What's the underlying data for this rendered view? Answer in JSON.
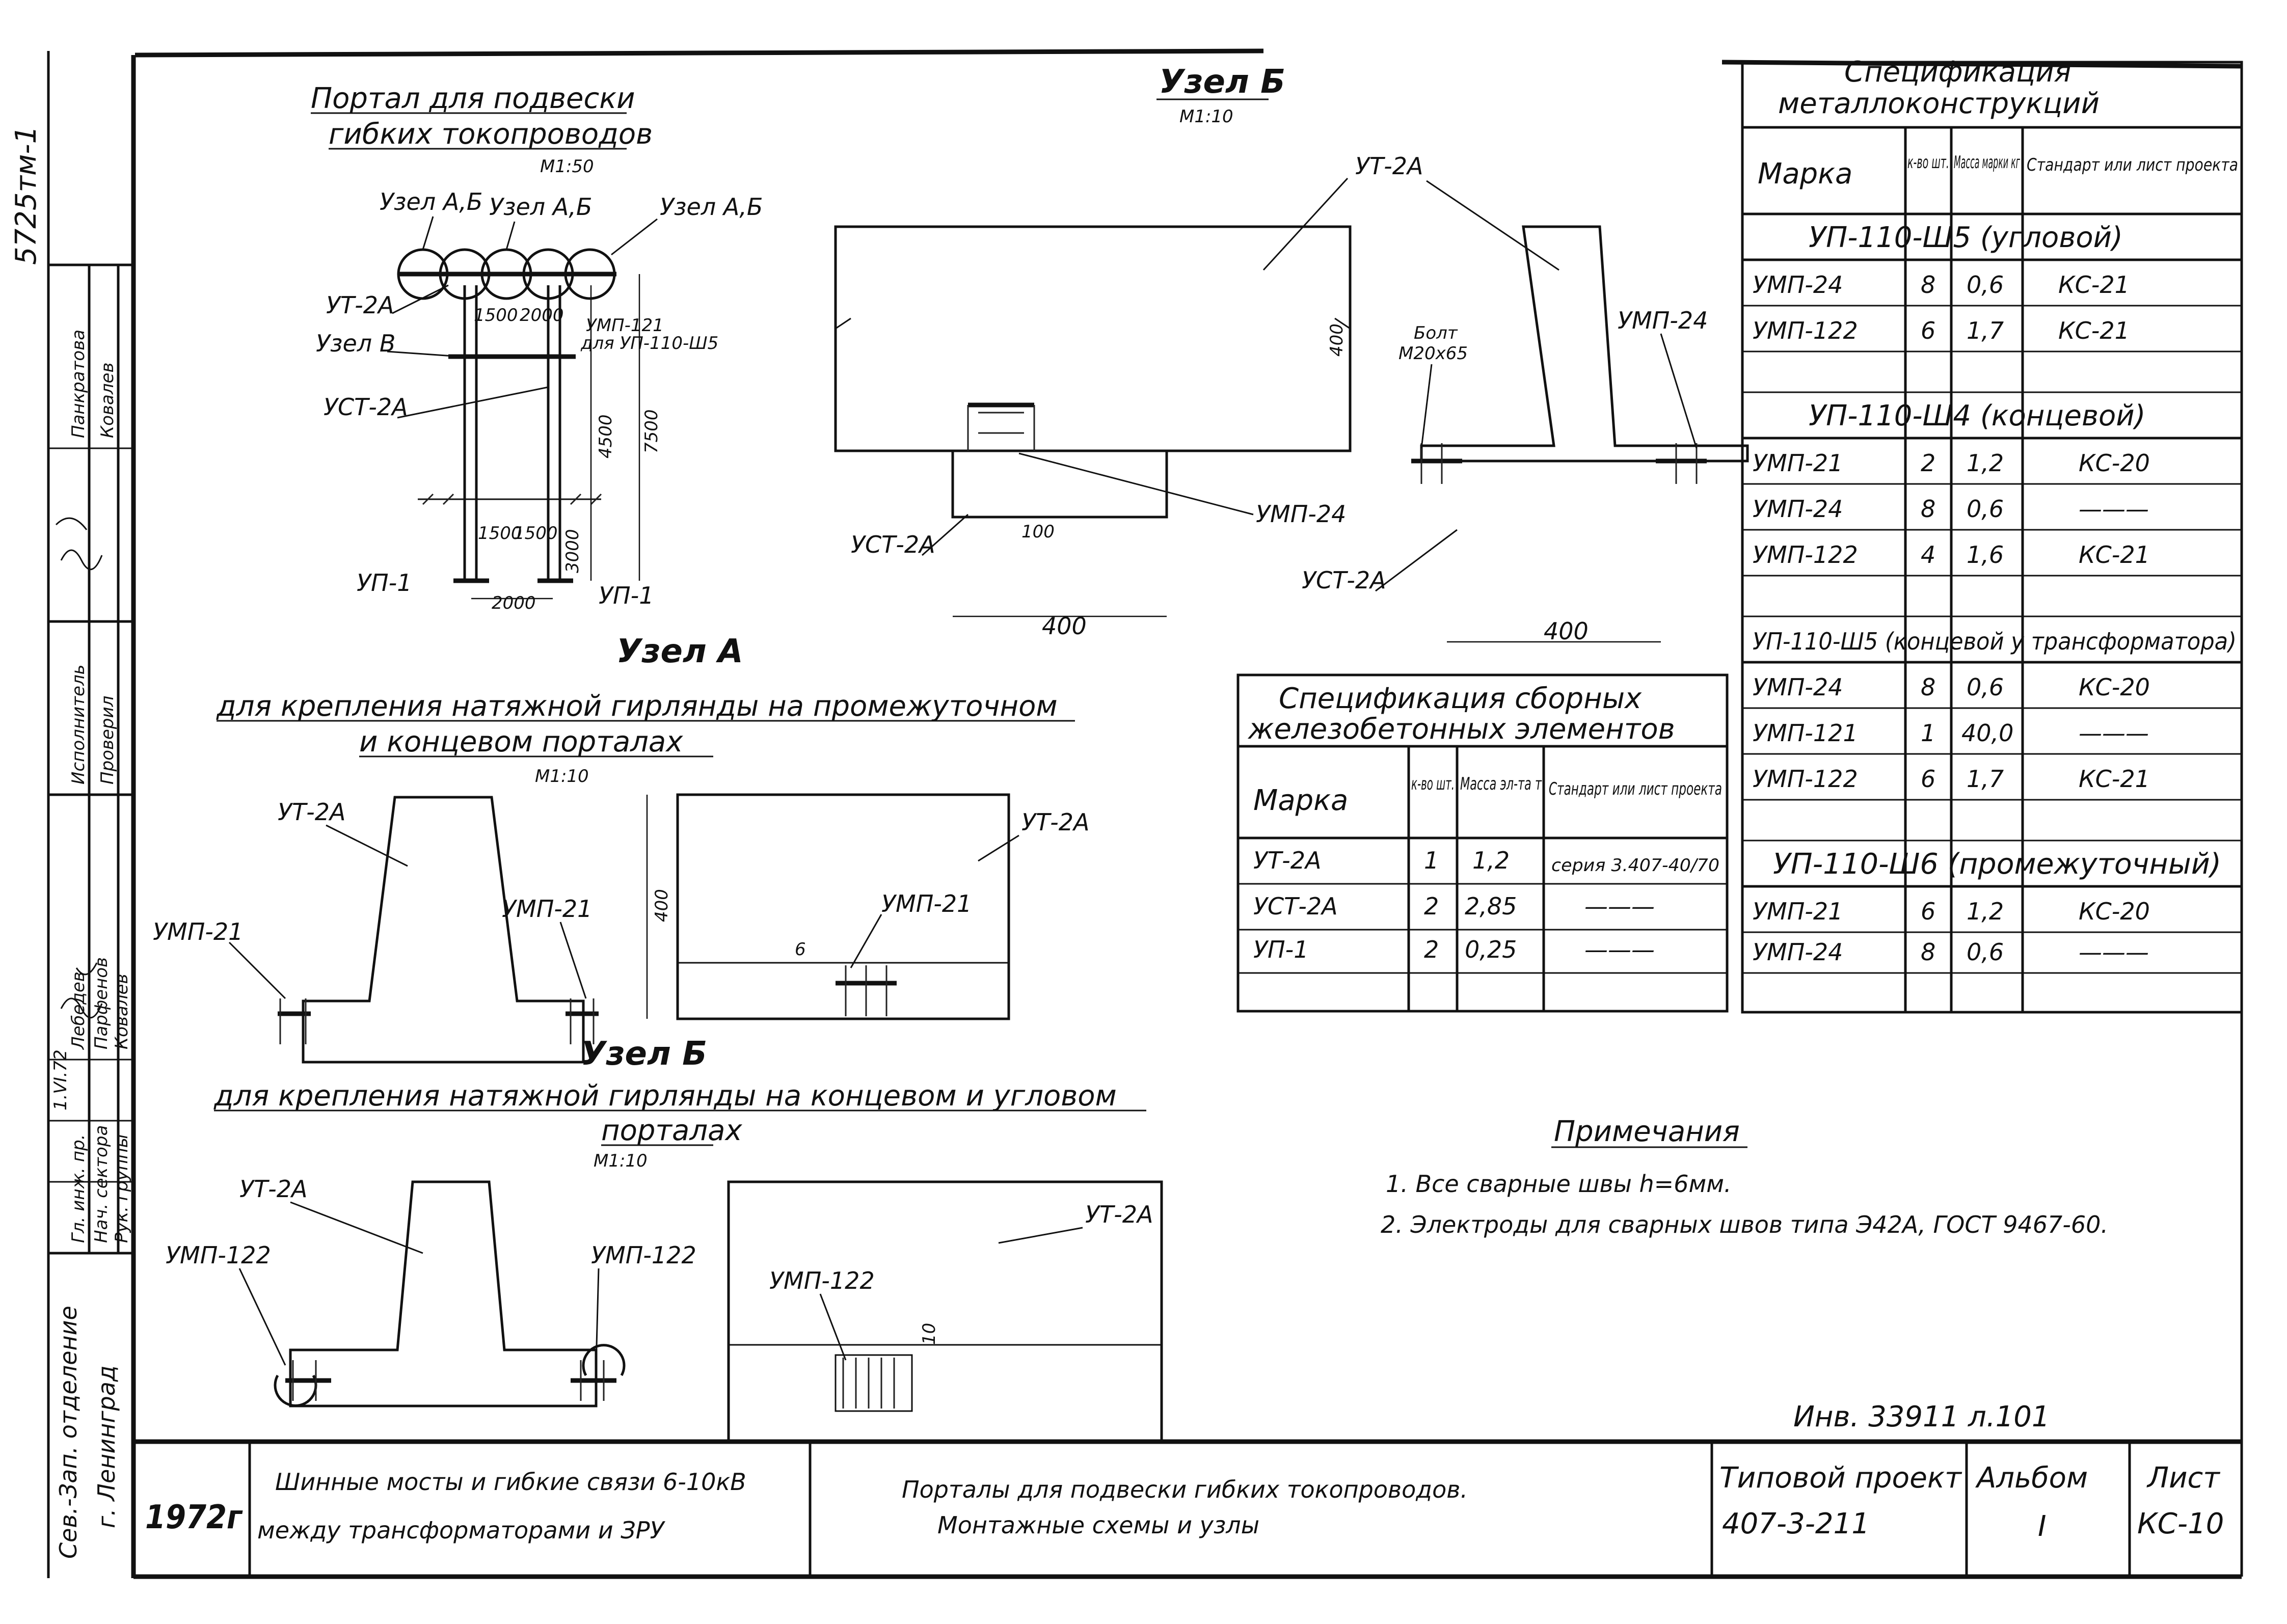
{
  "side_stamp": {
    "code": "5725тм-1",
    "roles": [
      "Исполнитель",
      "Проверил",
      "Гл. инж. пр.",
      "Нач. сектора",
      "Рук. группы"
    ],
    "names": [
      "Панкратова",
      "Ковалев",
      "Лебедев",
      "Парфенов",
      "Ковалев"
    ],
    "org": "Сев.-Зап. отделение",
    "city": "г. Ленинград",
    "date": "1.VI.72"
  },
  "portal": {
    "title_line1": "Портал для подвески",
    "title_line2": "гибких токопроводов",
    "scale": "М1:50",
    "labels": {
      "uzel_ab_1": "Узел А,Б",
      "uzel_ab_2": "Узел А,Б",
      "uzel_ab_3": "Узел А,Б",
      "ut": "УТ-2А",
      "uzel_v": "Узел В",
      "ust": "УСТ-2А",
      "ump121": "УМП-121",
      "ump121_note": "для УП-110-Ш5",
      "up1_left": "УП-1",
      "up1_right": "УП-1"
    },
    "dims": {
      "top_a": "1500",
      "top_b": "2000",
      "mid": "4500",
      "total": "7500",
      "base_a": "1500",
      "base_b": "1500",
      "depth": "3000",
      "span": "2000"
    }
  },
  "uzel_b_top": {
    "title": "Узел Б",
    "scale": "М1:10",
    "labels": {
      "ut": "УТ-2А",
      "ump24_right": "УМП-24",
      "bolt_name": "Болт",
      "bolt_size": "М20х65",
      "ump24_mid": "УМП-24",
      "ust_left": "УСТ-2А",
      "ust_right": "УСТ-2А"
    },
    "dims": {
      "h": "400",
      "w_left": "400",
      "w_right": "400",
      "small": "100"
    }
  },
  "uzel_a": {
    "title": "Узел А",
    "subtitle_line1": "для крепления натяжной гирлянды на промежуточном",
    "subtitle_line2": "и концевом порталах",
    "scale": "М1:10",
    "labels": {
      "ut_left": "УТ-2А",
      "ump21_left": "УМП-21",
      "ump21_right": "УМП-21",
      "ut_right": "УТ-2А",
      "ump21_side": "УМП-21"
    },
    "dims": {
      "h": "400",
      "weld": "6"
    }
  },
  "uzel_b_bottom": {
    "title": "Узел Б",
    "subtitle_line1": "для крепления натяжной гирлянды на концевом и угловом",
    "subtitle_line2": "порталах",
    "scale": "М1:10",
    "labels": {
      "ut_left": "УТ-2А",
      "ump122_left": "УМП-122",
      "ump122_right": "УМП-122",
      "ut_right": "УТ-2А",
      "ump122_side": "УМП-122"
    },
    "dims": {
      "weld": "10"
    }
  },
  "spec_concrete": {
    "title_line1": "Спецификация сборных",
    "title_line2": "железобетонных элементов",
    "headers": {
      "mark": "Марка",
      "qty": "к-во шт.",
      "mass": "Масса эл-та т",
      "std": "Стандарт или лист проекта"
    },
    "rows": [
      {
        "mark": "УТ-2А",
        "qty": "1",
        "mass": "1,2",
        "std": "серия 3.407-40/70"
      },
      {
        "mark": "УСТ-2А",
        "qty": "2",
        "mass": "2,85",
        "std": "———"
      },
      {
        "mark": "УП-1",
        "qty": "2",
        "mass": "0,25",
        "std": "———"
      }
    ]
  },
  "spec_metal": {
    "title_line1": "Спецификация",
    "title_line2": "металлоконструкций",
    "headers": {
      "mark": "Марка",
      "qty": "к-во шт.",
      "mass": "Масса марки кг",
      "std": "Стандарт или лист проекта"
    },
    "groups": [
      {
        "title": "УП-110-Ш5 (угловой)",
        "rows": [
          {
            "mark": "УМП-24",
            "qty": "8",
            "mass": "0,6",
            "std": "КС-21"
          },
          {
            "mark": "УМП-122",
            "qty": "6",
            "mass": "1,7",
            "std": "КС-21"
          }
        ]
      },
      {
        "title": "УП-110-Ш4 (концевой)",
        "rows": [
          {
            "mark": "УМП-21",
            "qty": "2",
            "mass": "1,2",
            "std": "КС-20"
          },
          {
            "mark": "УМП-24",
            "qty": "8",
            "mass": "0,6",
            "std": "———"
          },
          {
            "mark": "УМП-122",
            "qty": "4",
            "mass": "1,6",
            "std": "КС-21"
          }
        ]
      },
      {
        "title": "УП-110-Ш5 (концевой у трансформатора)",
        "rows": [
          {
            "mark": "УМП-24",
            "qty": "8",
            "mass": "0,6",
            "std": "КС-20"
          },
          {
            "mark": "УМП-121",
            "qty": "1",
            "mass": "40,0",
            "std": "———"
          },
          {
            "mark": "УМП-122",
            "qty": "6",
            "mass": "1,7",
            "std": "КС-21"
          }
        ]
      },
      {
        "title": "УП-110-Ш6 (промежуточный)",
        "rows": [
          {
            "mark": "УМП-21",
            "qty": "6",
            "mass": "1,2",
            "std": "КС-20"
          },
          {
            "mark": "УМП-24",
            "qty": "8",
            "mass": "0,6",
            "std": "———"
          }
        ]
      }
    ]
  },
  "notes": {
    "title": "Примечания",
    "items": [
      "1. Все сварные швы h=6мм.",
      "2. Электроды для сварных швов типа Э42А, ГОСТ 9467-60."
    ]
  },
  "inventory": "Инв. 33911 л.101",
  "title_block": {
    "year": "1972г",
    "object_line1": "Шинные мосты и гибкие связи 6-10кВ",
    "object_line2": "между трансформаторами и ЗРУ",
    "sheet_title_line1": "Порталы для подвески гибких токопроводов.",
    "sheet_title_line2": "Монтажные схемы и узлы",
    "project_label": "Типовой проект",
    "project_number": "407-3-211",
    "album_label": "Альбом",
    "album_number": "I",
    "sheet_label": "Лист",
    "sheet_number": "КС-10"
  }
}
